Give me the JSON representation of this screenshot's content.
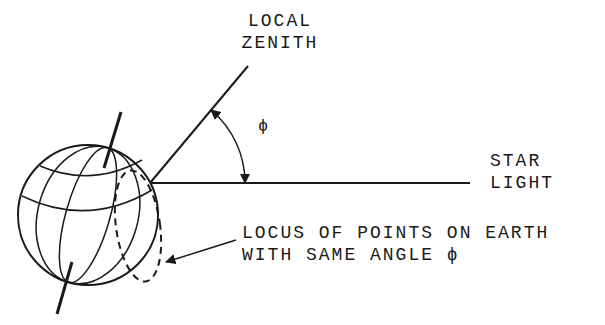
{
  "diagram": {
    "labels": [
      "LOCAL ZENITH",
      "ϕ",
      "STAR LIGHT",
      "LOCUS OF POINTS ON EARTH WITH SAME ANGLE ϕ"
    ]
  }
}
